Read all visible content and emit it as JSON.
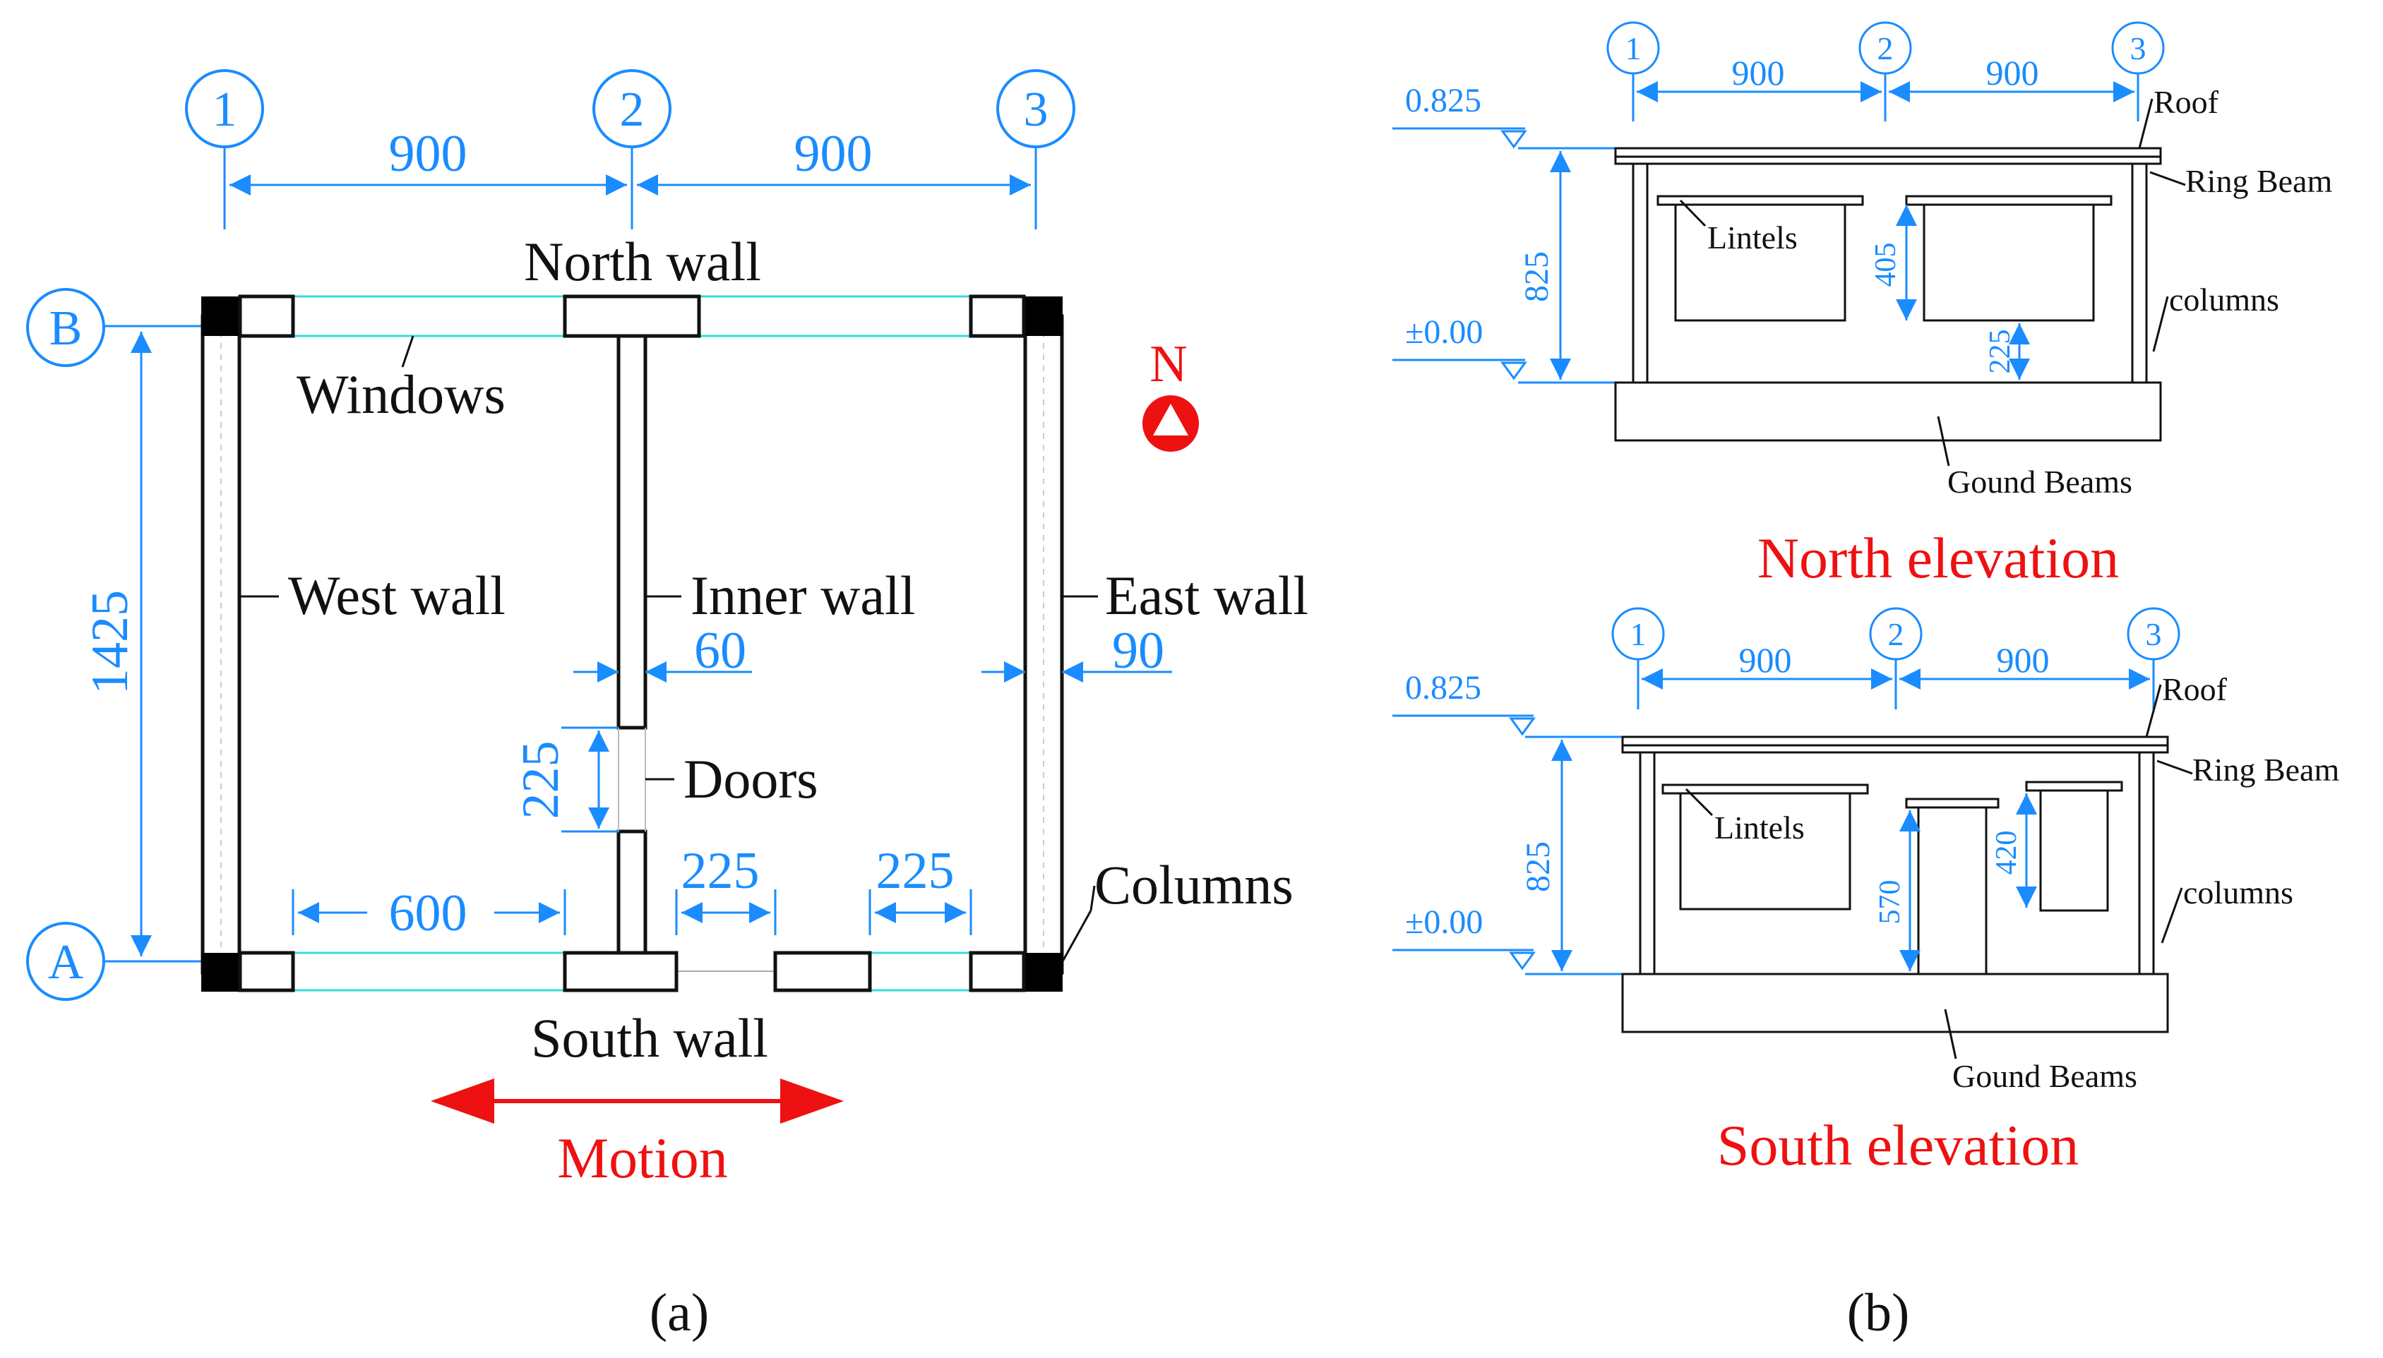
{
  "plan": {
    "axes": {
      "one": "1",
      "two": "2",
      "three": "3",
      "a": "A",
      "b": "B"
    },
    "dims": {
      "span_12": "900",
      "span_23": "900",
      "height_ab": "1425",
      "inner_thickness": "60",
      "outer_thickness": "90",
      "door_height": "225",
      "window_width": "600",
      "door_width_1": "225",
      "door_width_2": "225"
    },
    "labels": {
      "north_wall": "North wall",
      "south_wall": "South wall",
      "west_wall": "West wall",
      "east_wall": "East wall",
      "inner_wall": "Inner wall",
      "windows": "Windows",
      "doors": "Doors",
      "columns": "Columns",
      "north": "N",
      "motion": "Motion"
    },
    "panel": "(a)"
  },
  "north_elev": {
    "axes": {
      "one": "1",
      "two": "2",
      "three": "3"
    },
    "dims": {
      "span_12": "900",
      "span_23": "900",
      "level_top": "0.825",
      "level_bottom": "±0.00",
      "height": "825",
      "window_height": "405",
      "sill_height": "225"
    },
    "labels": {
      "roof": "Roof",
      "ring_beam": "Ring Beam",
      "lintels": "Lintels",
      "columns": "columns",
      "ground_beams": "Gound Beams"
    },
    "title": "North elevation"
  },
  "south_elev": {
    "axes": {
      "one": "1",
      "two": "2",
      "three": "3"
    },
    "dims": {
      "span_12": "900",
      "span_23": "900",
      "level_top": "0.825",
      "level_bottom": "±0.00",
      "height": "825",
      "door_height": "570",
      "window_height": "420"
    },
    "labels": {
      "roof": "Roof",
      "ring_beam": "Ring Beam",
      "lintels": "Lintels",
      "columns": "columns",
      "ground_beams": "Gound Beams"
    },
    "title": "South elevation"
  },
  "panel_b": "(b)",
  "colors": {
    "dimension": "#1a8cff",
    "text": "#111111",
    "accent": "#ee1111",
    "window": "#33dddd"
  }
}
